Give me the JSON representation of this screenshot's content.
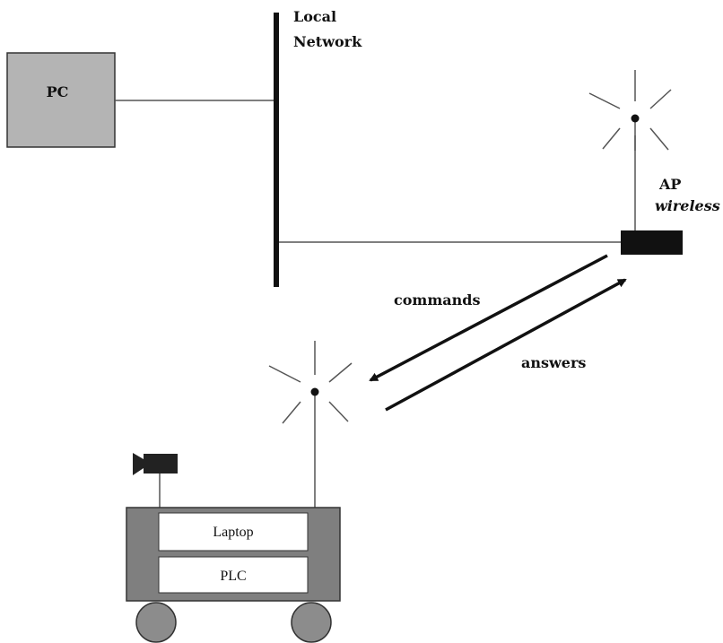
{
  "labels": {
    "pc": "PC",
    "network_line1": "Local",
    "network_line2": "Network",
    "ap_line1": "AP",
    "ap_line2": "wireless",
    "commands": "commands",
    "answers": "answers",
    "laptop": "Laptop",
    "plc": "PLC"
  },
  "colors": {
    "pc_fill": "#b4b4b4",
    "robot_body": "#7f7f7f",
    "wheel": "#8c8c8c",
    "line": "#111111"
  },
  "icons": [
    "antenna-icon",
    "camera-icon",
    "access-point-device"
  ]
}
